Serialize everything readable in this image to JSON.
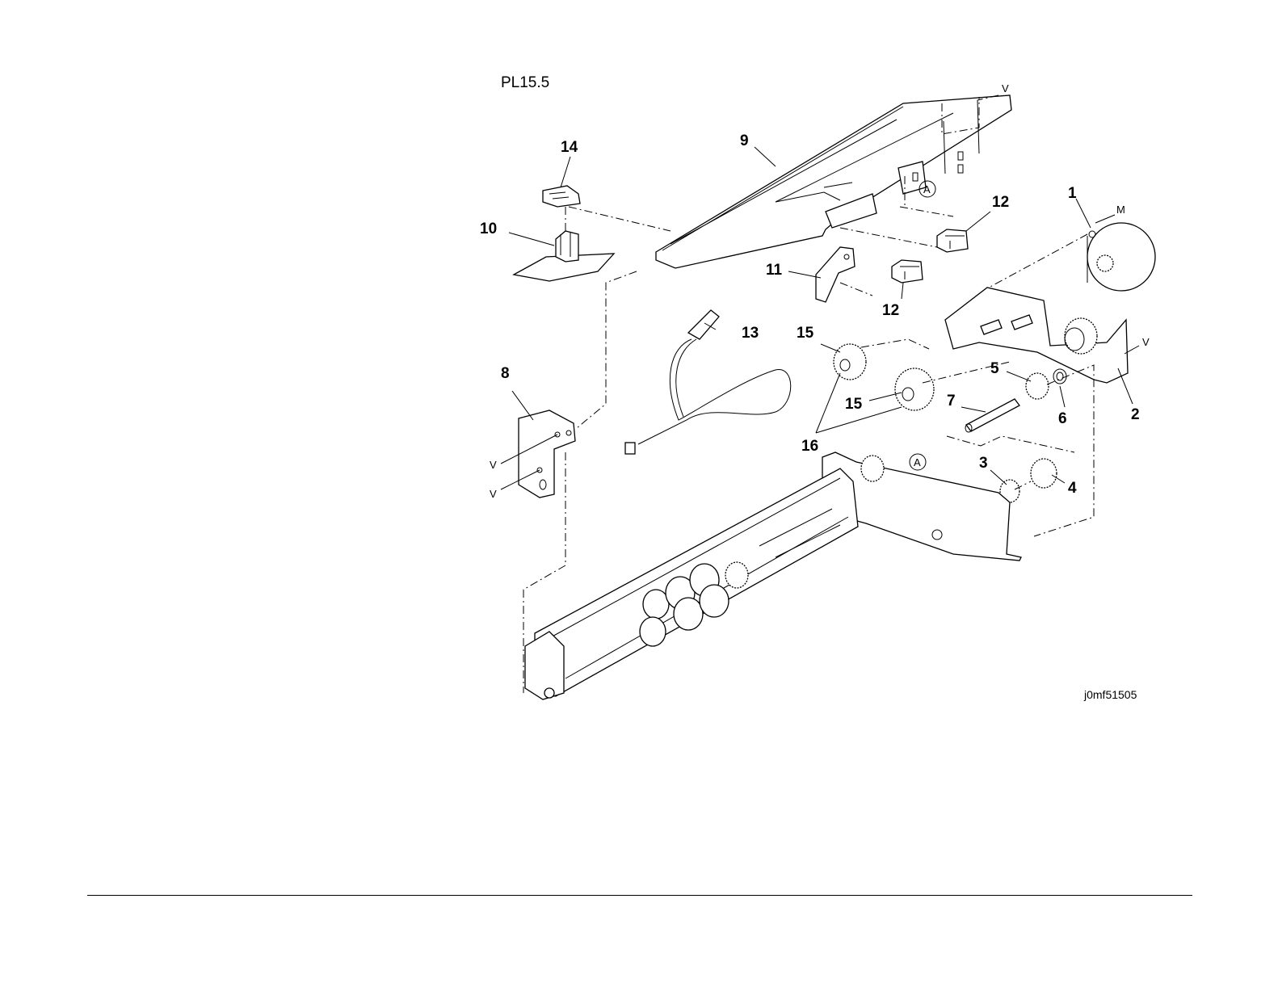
{
  "title": "PL15.5",
  "figure_code": "j0mf51505",
  "callouts": [
    "1",
    "2",
    "3",
    "4",
    "5",
    "6",
    "7",
    "8",
    "9",
    "10",
    "11",
    "12",
    "12",
    "13",
    "14",
    "15",
    "15",
    "16"
  ],
  "marks": {
    "v": "V",
    "m": "M",
    "a": "A"
  }
}
